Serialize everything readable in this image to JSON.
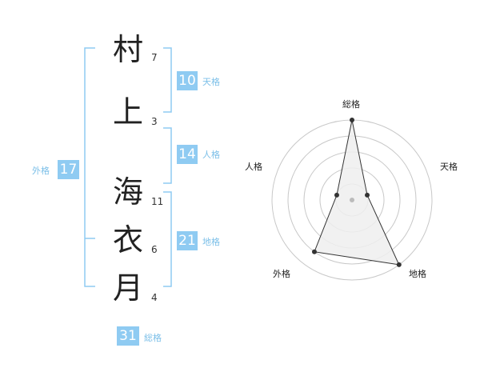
{
  "name": {
    "chars": [
      {
        "char": "村",
        "strokes": "7"
      },
      {
        "char": "上",
        "strokes": "3"
      },
      {
        "char": "海",
        "strokes": "11"
      },
      {
        "char": "衣",
        "strokes": "6"
      },
      {
        "char": "月",
        "strokes": "4"
      }
    ]
  },
  "kaku": {
    "tenkaku": {
      "value": "10",
      "label": "天格"
    },
    "jinkaku": {
      "value": "14",
      "label": "人格"
    },
    "chikaku": {
      "value": "21",
      "label": "地格"
    },
    "gaikaku": {
      "value": "17",
      "label": "外格"
    },
    "soukaku": {
      "value": "31",
      "label": "総格"
    }
  },
  "radar": {
    "axes": [
      "総格",
      "天格",
      "地格",
      "外格",
      "人格"
    ],
    "levels": 5,
    "scores": [
      5,
      1,
      5,
      4,
      1
    ],
    "colors": {
      "ring": "#c8c8c8",
      "fill": "#eeeeee",
      "line": "#333333",
      "point": "#333333",
      "center": "#bbbbbb"
    }
  },
  "colors": {
    "accent": "#8fcbf2",
    "bracket": "#8fcbf2"
  }
}
